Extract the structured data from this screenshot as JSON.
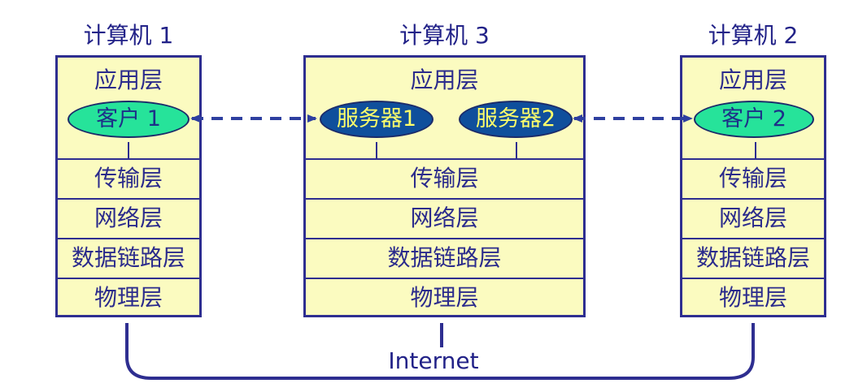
{
  "computers": [
    {
      "title": "计算机 1",
      "app_layer": "应用层",
      "processes": [
        "客户 1"
      ],
      "layers": [
        "传输层",
        "网络层",
        "数据链路层",
        "物理层"
      ]
    },
    {
      "title": "计算机 3",
      "app_layer": "应用层",
      "processes": [
        "服务器1",
        "服务器2"
      ],
      "layers": [
        "传输层",
        "网络层",
        "数据链路层",
        "物理层"
      ]
    },
    {
      "title": "计算机 2",
      "app_layer": "应用层",
      "processes": [
        "客户 2"
      ],
      "layers": [
        "传输层",
        "网络层",
        "数据链路层",
        "物理层"
      ]
    }
  ],
  "network": {
    "label": "Internet"
  },
  "colors": {
    "box_fill": "#fbfbc0",
    "border": "#2e2e90",
    "client_fill": "#26e39a",
    "server_fill": "#0f4f9c",
    "server_text": "#ffff6a",
    "arrow": "#2e3fa0"
  }
}
